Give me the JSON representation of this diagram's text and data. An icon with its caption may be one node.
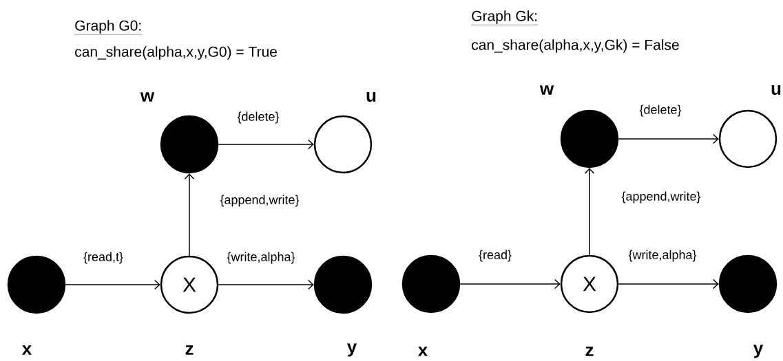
{
  "diagram": {
    "nodes": [
      {
        "text": [],
        "shape": "circle",
        "beside": [
          "w"
        ]
      },
      {
        "text": [],
        "shape": "circle",
        "beside": [
          "u"
        ]
      },
      {
        "text": [],
        "shape": "circle",
        "beside": [
          "x"
        ]
      },
      {
        "text": [
          "X"
        ],
        "beside": [
          "z"
        ]
      },
      {
        "text": [],
        "shape": "circle",
        "beside": [
          "y"
        ]
      },
      {
        "text": [],
        "shape": "circle",
        "beside": [
          "w"
        ]
      },
      {
        "text": [],
        "shape": "circle",
        "beside": [
          "u"
        ]
      },
      {
        "text": [],
        "shape": "circle",
        "beside": [
          "x"
        ]
      },
      {
        "text": [
          "X"
        ],
        "beside": [
          "z"
        ]
      },
      {
        "text": [],
        "shape": "circle",
        "beside": [
          "y"
        ]
      }
    ],
    "edges": [
      {
        "from": 0,
        "to": 1,
        "arrow": "to",
        "label": "{delete}"
      },
      {
        "from": 3,
        "to": 0,
        "arrow": "to",
        "label": "{append,write}"
      },
      {
        "from": 2,
        "to": 3,
        "arrow": "to",
        "label": "{read,t}"
      },
      {
        "from": 3,
        "to": 4,
        "arrow": "to",
        "label": "{write,alpha}"
      },
      {
        "from": 5,
        "to": 6,
        "arrow": "to",
        "label": "{delete}"
      },
      {
        "from": 8,
        "to": 5,
        "arrow": "to",
        "label": "{append,write}"
      },
      {
        "from": 7,
        "to": 8,
        "arrow": "to",
        "label": "{read}"
      },
      {
        "from": 8,
        "to": 9,
        "arrow": "to",
        "label": "{write,alpha}"
      }
    ],
    "labels": [
      "Graph G0:",
      "can_share(alpha,x,y,G0) = True",
      "Graph Gk:",
      "can_share(alpha,x,y,Gk) = False"
    ]
  }
}
